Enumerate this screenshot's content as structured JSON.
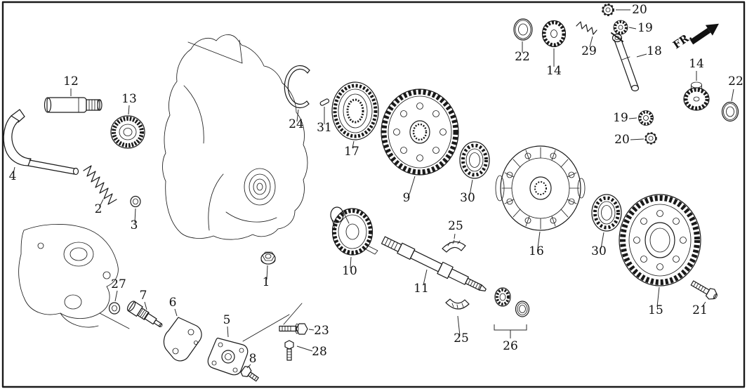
{
  "diagram": {
    "type": "exploded-parts-diagram",
    "fr_label": "FR.",
    "callouts": [
      {
        "id": "20-top",
        "label": "20"
      },
      {
        "id": "19-top",
        "label": "19"
      },
      {
        "id": "22-top",
        "label": "22"
      },
      {
        "id": "14-top",
        "label": "14"
      },
      {
        "id": "29",
        "label": "29"
      },
      {
        "id": "18",
        "label": "18"
      },
      {
        "id": "14-right",
        "label": "14"
      },
      {
        "id": "22-right",
        "label": "22"
      },
      {
        "id": "19-right",
        "label": "19"
      },
      {
        "id": "20-right",
        "label": "20"
      },
      {
        "id": "12",
        "label": "12"
      },
      {
        "id": "13",
        "label": "13"
      },
      {
        "id": "4",
        "label": "4"
      },
      {
        "id": "2",
        "label": "2"
      },
      {
        "id": "3",
        "label": "3"
      },
      {
        "id": "24",
        "label": "24"
      },
      {
        "id": "31",
        "label": "31"
      },
      {
        "id": "17",
        "label": "17"
      },
      {
        "id": "9",
        "label": "9"
      },
      {
        "id": "30-left",
        "label": "30"
      },
      {
        "id": "16",
        "label": "16"
      },
      {
        "id": "30-right",
        "label": "30"
      },
      {
        "id": "15",
        "label": "15"
      },
      {
        "id": "21",
        "label": "21"
      },
      {
        "id": "1",
        "label": "1"
      },
      {
        "id": "10",
        "label": "10"
      },
      {
        "id": "11",
        "label": "11"
      },
      {
        "id": "25-top",
        "label": "25"
      },
      {
        "id": "25-bottom",
        "label": "25"
      },
      {
        "id": "26",
        "label": "26"
      },
      {
        "id": "27",
        "label": "27"
      },
      {
        "id": "7",
        "label": "7"
      },
      {
        "id": "6",
        "label": "6"
      },
      {
        "id": "5",
        "label": "5"
      },
      {
        "id": "8",
        "label": "8"
      },
      {
        "id": "23",
        "label": "23"
      },
      {
        "id": "28",
        "label": "28"
      }
    ]
  }
}
